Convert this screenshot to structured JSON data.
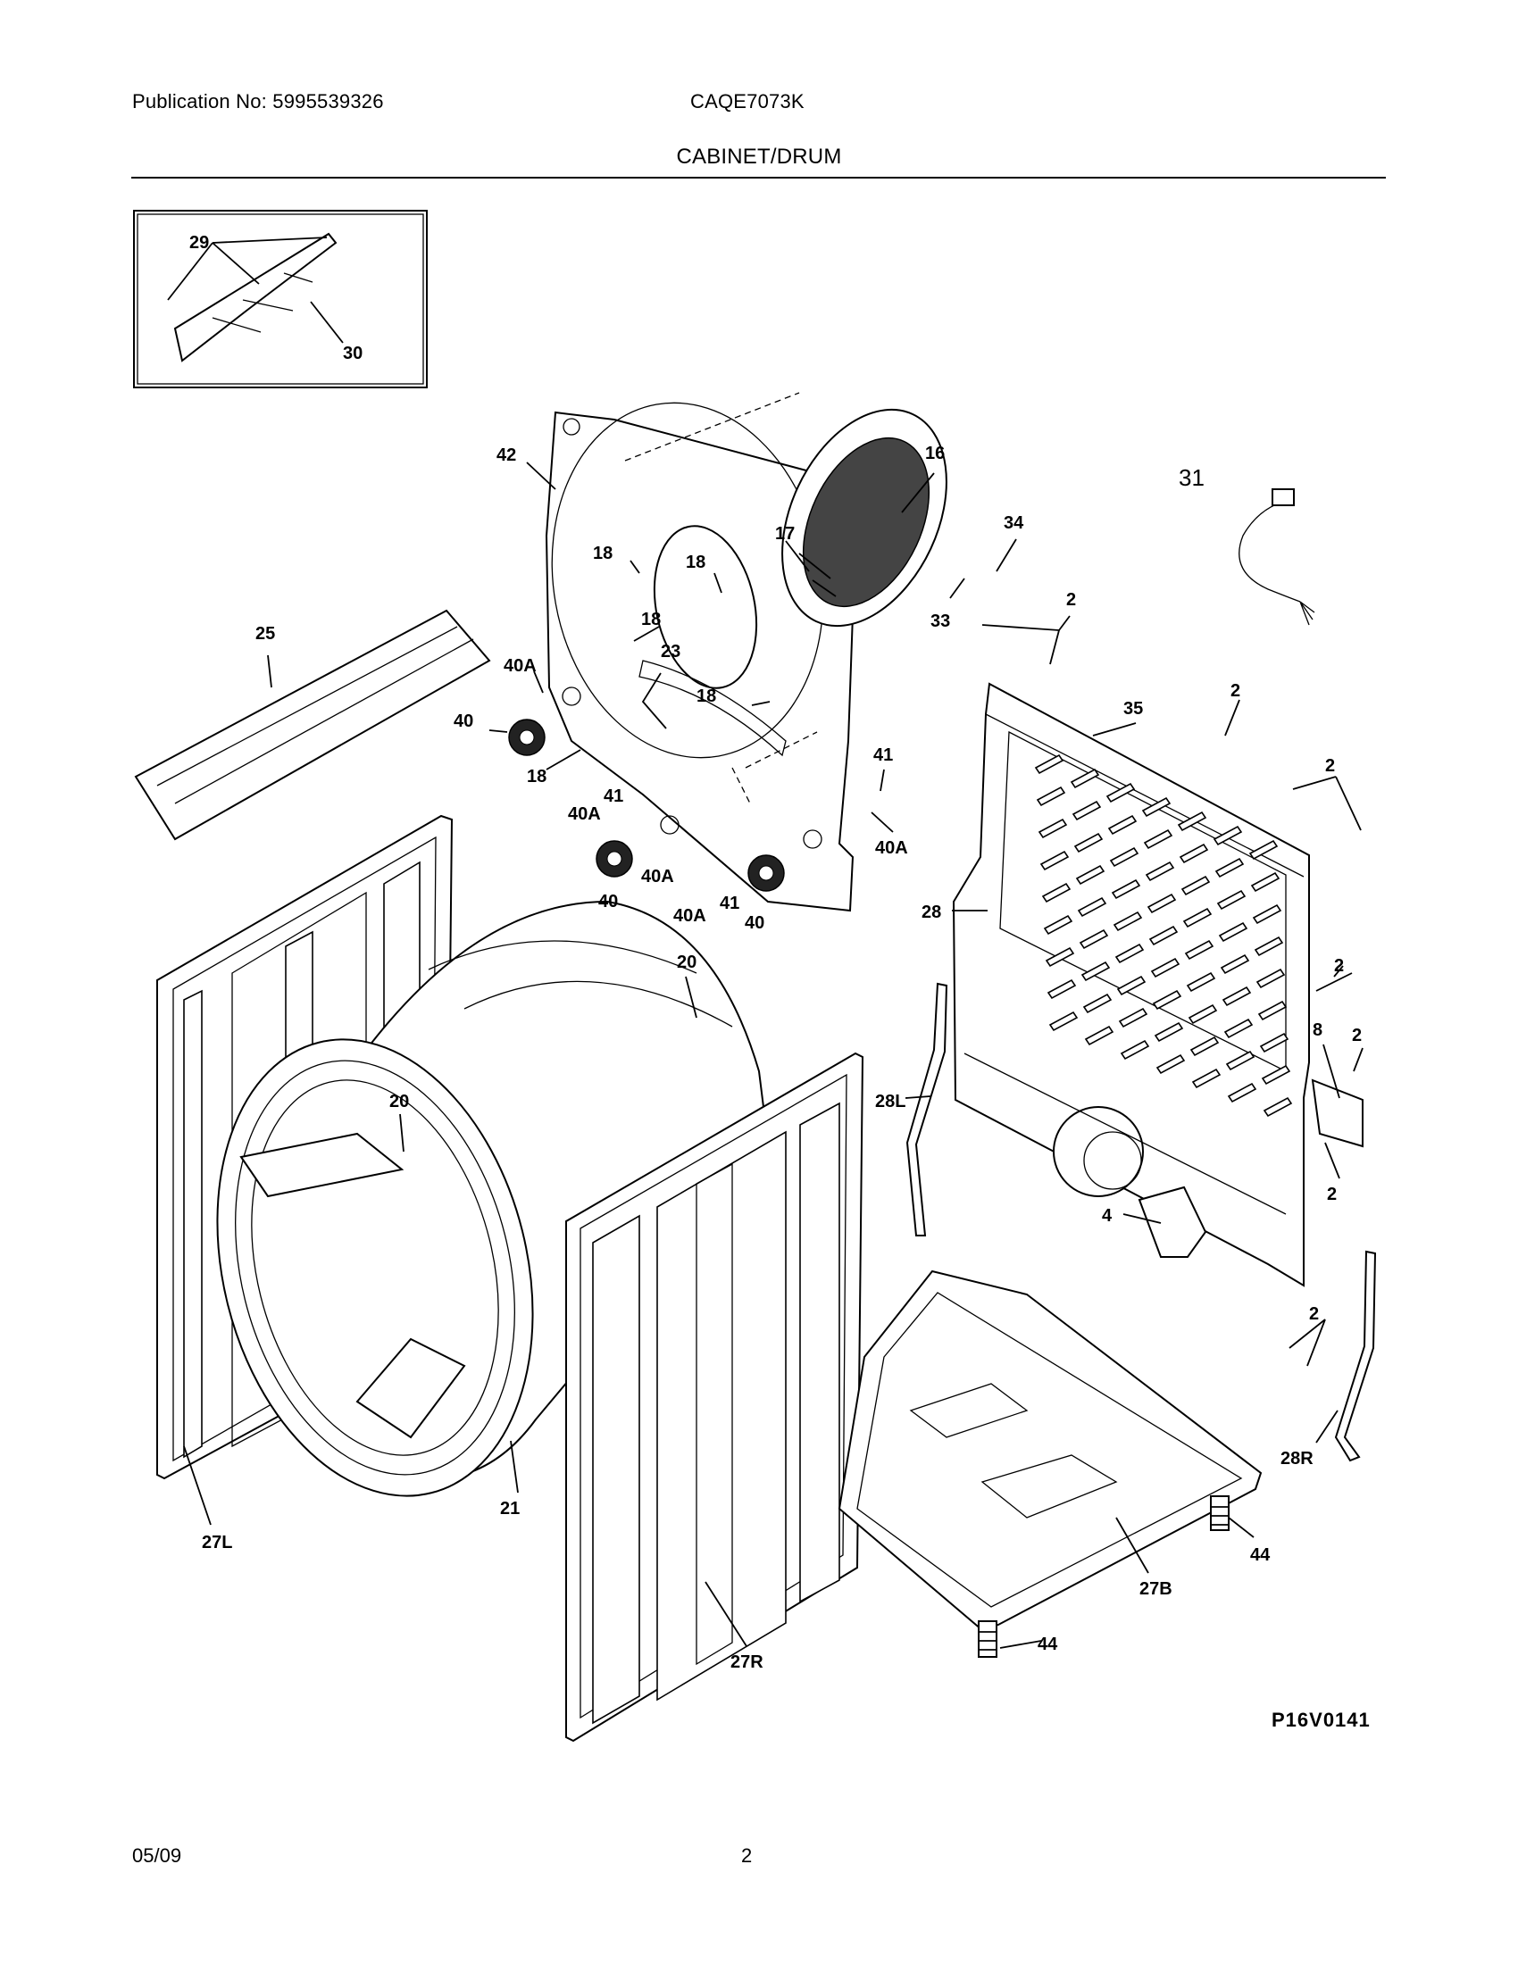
{
  "header": {
    "publication": "Publication No: 5995539326",
    "model": "CAQE7073K",
    "title": "CABINET/DRUM"
  },
  "footer": {
    "date": "05/09",
    "page": "2"
  },
  "diagram": {
    "code": "P16V0141",
    "callouts": {
      "c29": "29",
      "c30": "30",
      "c42": "42",
      "c16": "16",
      "c17": "17",
      "c34": "34",
      "c33": "33",
      "c31": "31",
      "c18a": "18",
      "c18b": "18",
      "c18c": "18",
      "c18d": "18",
      "c18e": "18",
      "c23": "23",
      "c25": "25",
      "c40Aa": "40A",
      "c40a": "40",
      "c40Ab": "40A",
      "c41a": "41",
      "c41b": "41",
      "c40Ac": "40A",
      "c40b": "40",
      "c40Ad": "40A",
      "c41c": "41",
      "c40Ae": "40A",
      "c40c": "40",
      "c2a": "2",
      "c2b": "2",
      "c2c": "2",
      "c2d": "2",
      "c2e": "2",
      "c2f": "2",
      "c2g": "2",
      "c35": "35",
      "c28": "28",
      "c8": "8",
      "c4": "4",
      "c20a": "20",
      "c20b": "20",
      "c21": "21",
      "c27L": "27L",
      "c27R": "27R",
      "c27B": "27B",
      "c28L": "28L",
      "c28R": "28R",
      "c44a": "44",
      "c44b": "44"
    }
  }
}
